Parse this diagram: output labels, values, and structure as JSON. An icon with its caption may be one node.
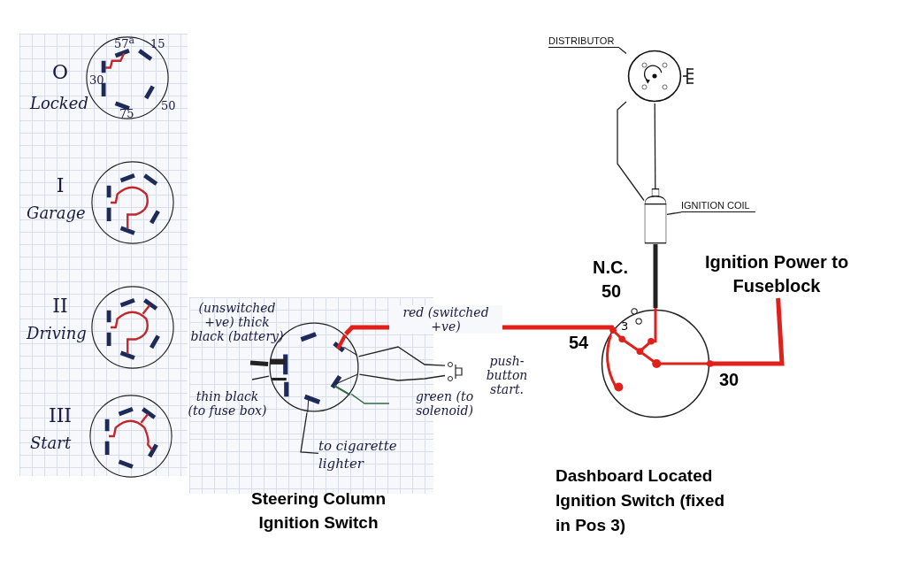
{
  "diagram": {
    "nodes": [
      {
        "text": [],
        "shape": "circle",
        "beside": [
          "O",
          "Locked"
        ]
      },
      {
        "text": [],
        "shape": "circle",
        "beside": [
          "I",
          "Garage"
        ]
      },
      {
        "text": [],
        "shape": "circle",
        "beside": [
          "II",
          "Driving"
        ]
      },
      {
        "text": [],
        "shape": "circle",
        "beside": [
          "III",
          "Start"
        ]
      },
      {
        "text": [],
        "shape": "circle"
      },
      {
        "text": [
          "push-button start."
        ]
      },
      {
        "text": [
          "to cigarette lighter"
        ]
      },
      {
        "text": [
          "DISTRIBUTOR"
        ]
      },
      {
        "text": [],
        "shape": "picture"
      },
      {
        "text": [
          "IGNITION COIL"
        ]
      },
      {
        "text": [],
        "shape": "cylinder"
      },
      {
        "text": [],
        "shape": "circle"
      },
      {
        "text": [
          "Ignition Power to Fuseblock"
        ]
      }
    ],
    "edges": [
      {
        "from": null,
        "to": 4,
        "arrow": "none",
        "label": "(unswitched +ve) thick black (battery)",
        "style": "thick"
      },
      {
        "from": null,
        "to": 4,
        "arrow": "none",
        "label": "thin black (to fuse box)"
      },
      {
        "from": 4,
        "to": 5,
        "arrow": "none"
      },
      {
        "from": 4,
        "to": 5,
        "arrow": "none"
      },
      {
        "from": null,
        "to": 4,
        "arrow": "none",
        "label": "green (to solenoid)",
        "color": "#2f6b45"
      },
      {
        "from": 4,
        "to": 6,
        "arrow": "none"
      },
      {
        "from": 4,
        "to": 11,
        "arrow": "none",
        "label": "red (switched +ve)",
        "style": "thick",
        "color": "#e0201b"
      },
      {
        "from": 7,
        "to": 8,
        "arrow": "none"
      },
      {
        "from": 9,
        "to": 10,
        "arrow": "none"
      },
      {
        "from": 8,
        "to": 10,
        "arrow": "none"
      },
      {
        "from": 8,
        "to": 10,
        "arrow": "none"
      },
      {
        "from": 10,
        "to": 11,
        "arrow": "none",
        "style": "thick"
      },
      {
        "from": 11,
        "to": 12,
        "arrow": "none",
        "style": "thick",
        "color": "#e0201b"
      }
    ],
    "labels": [
      "57$^{a}$",
      "15",
      "30",
      "50",
      "75",
      "N.C.",
      "50",
      "3",
      "54",
      "30",
      "Steering Column Ignition Switch",
      "Dashboard Located Ignition Switch (fixed in Pos 3)"
    ]
  }
}
